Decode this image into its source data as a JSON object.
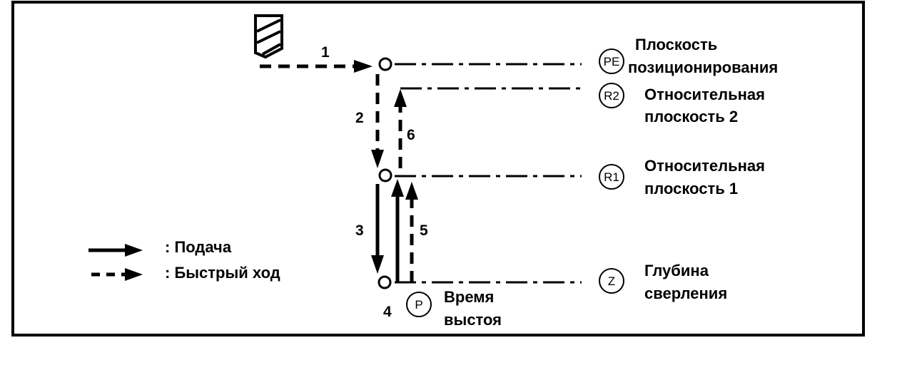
{
  "planes": {
    "pe": {
      "symbol": "PE",
      "label_line1": "Плоскость",
      "label_line2": "позиционирования"
    },
    "r2": {
      "symbol": "R2",
      "label_line1": "Относительная",
      "label_line2": "плоскость 2"
    },
    "r1": {
      "symbol": "R1",
      "label_line1": "Относительная",
      "label_line2": "плоскость 1"
    },
    "z": {
      "symbol": "Z",
      "label_line1": "Глубина",
      "label_line2": "сверления"
    }
  },
  "dwell": {
    "number": "4",
    "symbol": "P",
    "label_line1": "Время",
    "label_line2": "выстоя"
  },
  "steps": {
    "s1": "1",
    "s2": "2",
    "s3": "3",
    "s5": "5",
    "s6": "6"
  },
  "legend": {
    "feed_label": ": Подача",
    "rapid_label": ": Быстрый ход"
  }
}
